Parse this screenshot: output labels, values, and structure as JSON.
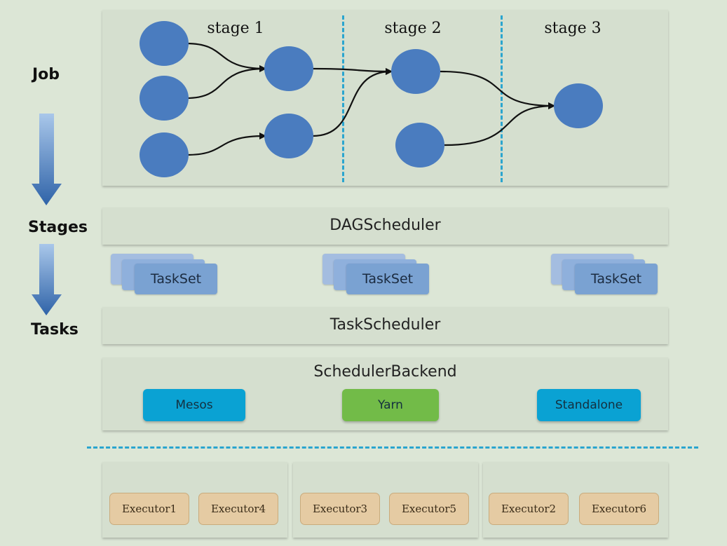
{
  "side_labels": {
    "job": "Job",
    "stages": "Stages",
    "tasks": "Tasks"
  },
  "job": {
    "stages": [
      "stage 1",
      "stage 2",
      "stage 3"
    ]
  },
  "dag_scheduler": "DAGScheduler",
  "tasksets": [
    "TaskSet",
    "TaskSet",
    "TaskSet"
  ],
  "task_scheduler": "TaskScheduler",
  "scheduler_backend": {
    "title": "SchedulerBackend",
    "managers": [
      {
        "label": "Mesos",
        "color": "#0aa2d3"
      },
      {
        "label": "Yarn",
        "color": "#72bb48"
      },
      {
        "label": "Standalone",
        "color": "#0aa2d3"
      }
    ]
  },
  "executor_groups": [
    [
      "Executor1",
      "Executor4"
    ],
    [
      "Executor3",
      "Executor5"
    ],
    [
      "Executor2",
      "Executor6"
    ]
  ],
  "colors": {
    "background": "#dce6d6",
    "panel": "#d5dfcf",
    "rdd_node": "#4a7cbf",
    "divider": "#2aa5cf",
    "taskset": "#7aa2d2",
    "executor": "#e5cba3"
  }
}
